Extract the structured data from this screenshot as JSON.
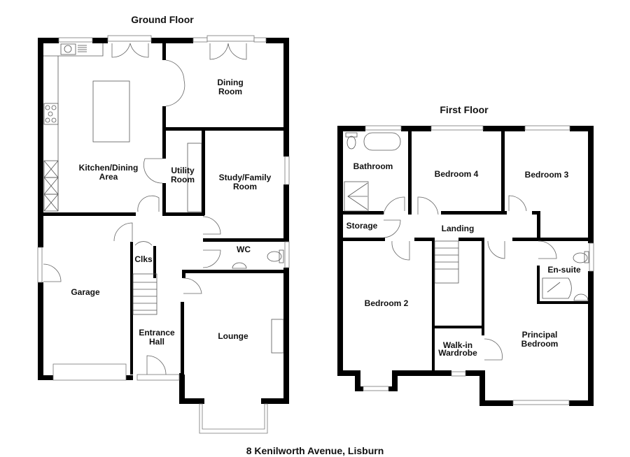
{
  "address": "8 Kenilworth Avenue, Lisburn",
  "ground_floor": {
    "title": "Ground Floor",
    "rooms": {
      "kitchen_line1": "Kitchen/Dining",
      "kitchen_line2": "Area",
      "dining_line1": "Dining",
      "dining_line2": "Room",
      "utility_line1": "Utility",
      "utility_line2": "Room",
      "study_line1": "Study/Family",
      "study_line2": "Room",
      "wc": "WC",
      "clks": "Clks",
      "garage": "Garage",
      "hall_line1": "Entrance",
      "hall_line2": "Hall",
      "lounge": "Lounge"
    }
  },
  "first_floor": {
    "title": "First Floor",
    "rooms": {
      "bathroom": "Bathroom",
      "bedroom4": "Bedroom 4",
      "bedroom3": "Bedroom 3",
      "storage": "Storage",
      "landing": "Landing",
      "bedroom2": "Bedroom 2",
      "ensuite": "En-suite",
      "wardrobe_line1": "Walk-in",
      "wardrobe_line2": "Wardrobe",
      "principal_line1": "Principal",
      "principal_line2": "Bedroom"
    }
  },
  "colors": {
    "wall": "#000000",
    "fixture": "#666666",
    "text": "#111111"
  }
}
